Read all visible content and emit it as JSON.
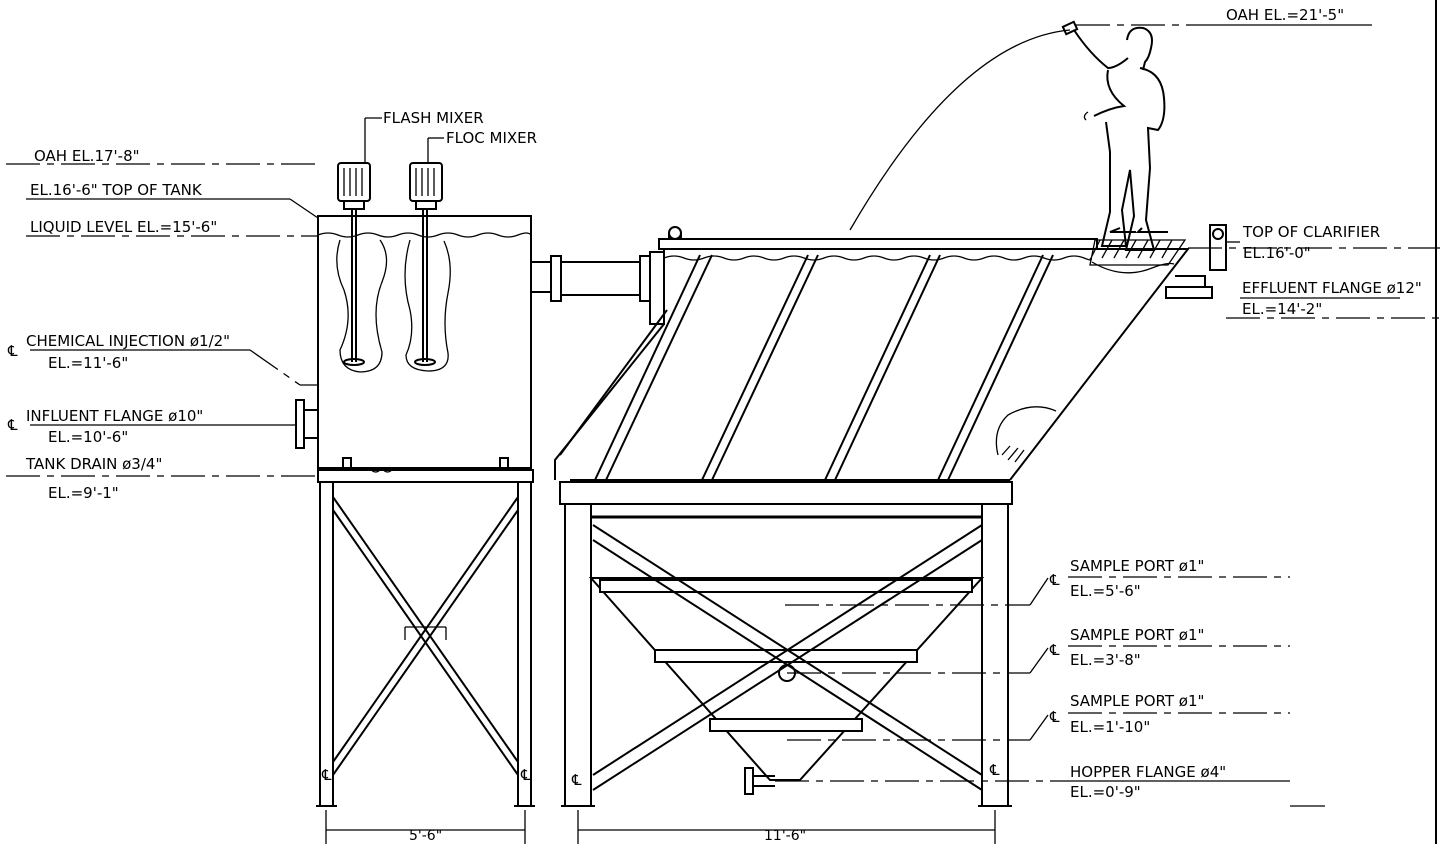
{
  "mixers": {
    "flash": "FLASH MIXER",
    "floc": "FLOC MIXER"
  },
  "tank_labels": {
    "oah": "OAH EL.17'-8\"",
    "top_of_tank": "EL.16'-6\" TOP OF TANK",
    "liquid_level": "LIQUID LEVEL EL.=15'-6\"",
    "chem_injection": "CHEMICAL INJECTION ø1/2\"",
    "chem_injection_el": "EL.=11'-6\"",
    "influent_flange": "INFLUENT FLANGE ø10\"",
    "influent_flange_el": "EL.=10'-6\"",
    "tank_drain": "TANK DRAIN ø3/4\"",
    "tank_drain_el": "EL.=9'-1\""
  },
  "clarifier_labels": {
    "oah_top": "OAH EL.=21'-5\"",
    "top_of_clarifier": "TOP OF CLARIFIER",
    "top_of_clarifier_el": "EL.16'-0\"",
    "effluent_flange": "EFFLUENT FLANGE ø12\"",
    "effluent_flange_el": "EL.=14'-2\"",
    "sample_port_1": "SAMPLE PORT ø1\"",
    "sample_port_1_el": "EL.=5'-6\"",
    "sample_port_2": "SAMPLE PORT ø1\"",
    "sample_port_2_el": "EL.=3'-8\"",
    "sample_port_3": "SAMPLE PORT ø1\"",
    "sample_port_3_el": "EL.=1'-10\"",
    "hopper_flange": "HOPPER FLANGE ø4\"",
    "hopper_flange_el": "EL.=0'-9\""
  },
  "dimensions": {
    "tank_width": "5'-6\"",
    "clarifier_width": "11'-6\""
  },
  "symbols": {
    "centerline": "℄"
  }
}
